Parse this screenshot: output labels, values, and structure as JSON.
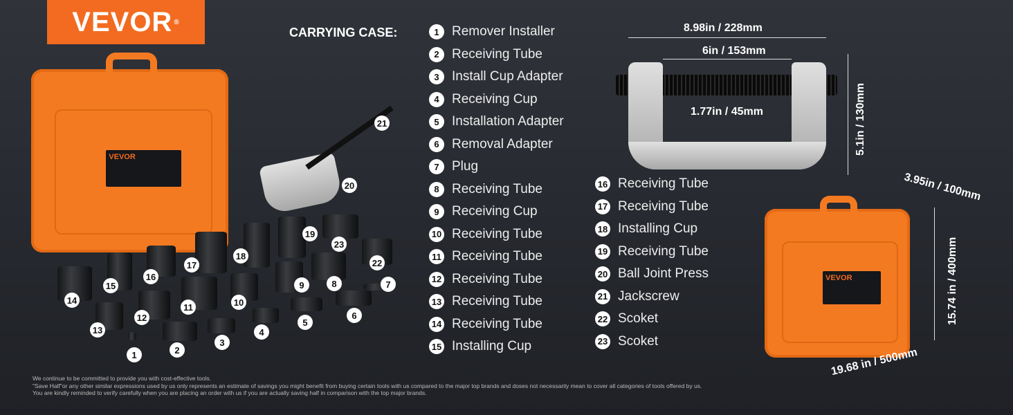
{
  "brand": "VEVOR",
  "carrying_case_label": "CARRYING CASE:",
  "parts_col1": [
    {
      "n": "1",
      "label": "Remover Installer"
    },
    {
      "n": "2",
      "label": "Receiving Tube"
    },
    {
      "n": "3",
      "label": "Install Cup Adapter"
    },
    {
      "n": "4",
      "label": "Receiving Cup"
    },
    {
      "n": "5",
      "label": "Installation Adapter"
    },
    {
      "n": "6",
      "label": "Removal Adapter"
    },
    {
      "n": "7",
      "label": "Plug"
    },
    {
      "n": "8",
      "label": "Receiving Tube"
    },
    {
      "n": "9",
      "label": "Receiving Cup"
    },
    {
      "n": "10",
      "label": "Receiving Tube"
    },
    {
      "n": "11",
      "label": "Receiving Tube"
    },
    {
      "n": "12",
      "label": "Receiving Tube"
    },
    {
      "n": "13",
      "label": "Receiving Tube"
    },
    {
      "n": "14",
      "label": "Receiving Tube"
    },
    {
      "n": "15",
      "label": "Installing Cup"
    }
  ],
  "parts_col2": [
    {
      "n": "16",
      "label": "Receiving Tube"
    },
    {
      "n": "17",
      "label": "Receiving Tube"
    },
    {
      "n": "18",
      "label": "Installing Cup"
    },
    {
      "n": "19",
      "label": "Receiving Tube"
    },
    {
      "n": "20",
      "label": "Ball Joint Press"
    },
    {
      "n": "21",
      "label": "Jackscrew"
    },
    {
      "n": "22",
      "label": "Scoket"
    },
    {
      "n": "23",
      "label": "Scoket"
    }
  ],
  "press_dims": {
    "overall": "8.98in / 228mm",
    "inner": "6in / 153mm",
    "depth": "1.77in / 45mm",
    "height": "5.1in / 130mm"
  },
  "case_dims": {
    "thickness": "3.95in / 100mm",
    "height": "15.74 in / 400mm",
    "width": "19.68 in / 500mm"
  },
  "footer": [
    "We continue to be committed to provide you with cost-effective tools.",
    "\"Save Half\"or any other similar expressions used by us only represents an estimate of savings you might benefit from buying certain tools with us compared to the major top brands and doses not necessarily mean to cover all categories of tools offered by us.",
    "You are kindly reminded to verify carefully when you are placing an order with us if you are actually saving half in comparison with the top major brands."
  ],
  "colors": {
    "accent": "#f26b21",
    "case": "#f47a22"
  }
}
